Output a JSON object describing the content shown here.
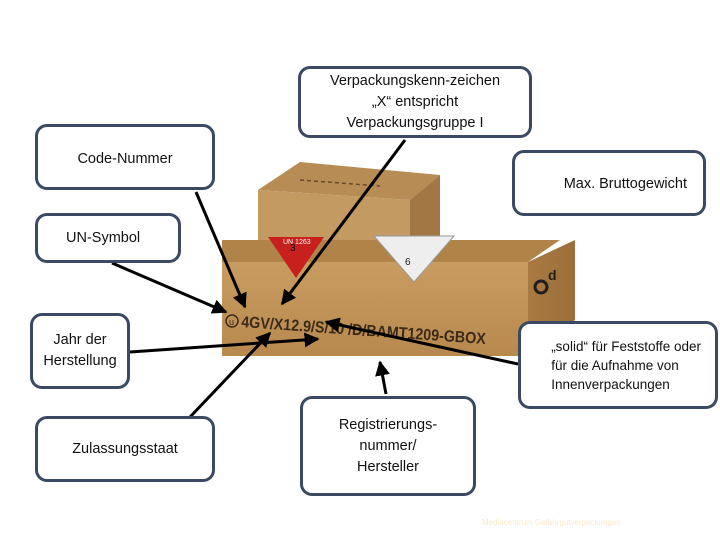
{
  "callouts": {
    "kennzeichen": "Verpackungskenn-zeichen\n„X“ entspricht\nVerpackungsgruppe I",
    "code": "Code-Nummer",
    "max": "Max. Bruttogewicht",
    "un": "UN-Symbol",
    "jahr": "Jahr der\nHerstellung",
    "solid": "„solid“ für Feststoffe oder\nfür die Aufnahme von\nInnenverpackungen",
    "zulassung": "Zulassungsstaat",
    "registrierung": "Registrierungs-\nnummer/\nHersteller"
  },
  "box": {
    "marking": "4GV/X12.9/S/10 /D/BAMT1209-GBOX",
    "hazard_class": "3",
    "hazard_class_2": "6",
    "un_label": "UN 1263",
    "logo": "d"
  },
  "footer_note": "Mediacentrum Gefahrgutverpackungen",
  "colors": {
    "callout_border": "#3a4a63",
    "cardboard": "#c69a5f",
    "cardboard_dark": "#a87c45",
    "hazard_red": "#c8201d",
    "arrow": "#000000"
  }
}
